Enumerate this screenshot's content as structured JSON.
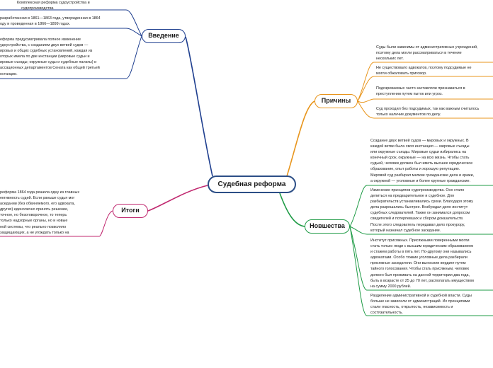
{
  "central": "Судебная реформа",
  "branches": {
    "vvedenie": {
      "label": "Введение",
      "color": "#1f3f8f",
      "items": [
        [
          "Комплексная реформа судоустройства и",
          "судопроизводства"
        ],
        [
          "разработанная в 1861—1863 года, утвержденная в 1864",
          "оду и проведенная в 1866—1899 годах."
        ],
        [
          "еформа предусматривала полное изменение",
          "удоустройства, с созданием двух ветвей судов —",
          "ировых и общих судебных установлений, каждая из",
          "оторых имела по две инстанции (мировые судьи и",
          "ировые съезды; окружные суды и судебные палаты) и",
          "ассационных департаментов Сената как общей третьей",
          "нстанции."
        ]
      ]
    },
    "prichiny": {
      "label": "Причины",
      "color": "#e8951c",
      "items": [
        [
          "Суды были зависимы от административных учреждений,",
          "поэтому дела могли рассматриваться в течение",
          "нескольких лет."
        ],
        [
          "Не существовало адвокатов, поэтому подсудимые не",
          "могли обжаловать приговор."
        ],
        [
          "Подозреваемых часто заставляли признаваться в",
          "преступлении путем пыток или угроз."
        ],
        [
          "Суд проходил без подсудимых, так как важным считалось",
          "только наличие документов по делу."
        ]
      ]
    },
    "novshestva": {
      "label": "Новшества",
      "color": "#1f9b46",
      "items": [
        [
          "Создание двух ветвей судов — мировых и окружных. В",
          "каждой ветви была своя инстанция — мировые съезды",
          "или окружные съезды. Мировые судьи избирались на",
          "конечный срок, окружные — на всю жизнь. Чтобы стать",
          "судьей, человек должен был иметь высшее юридическое",
          "образование, опыт работы и хорошую репутацию.",
          "Мировой суд разбирал мелкие гражданские дела и кражи,",
          "а окружной — уголовные и более крупные гражданские."
        ],
        [
          "Изменение принципов судопроизводства. Оно стало",
          "делиться на предварительное и судебное. Для",
          "разбирательств устанавливались сроки. Благодаря этому",
          "дела разрешались быстрее. Возбуждал дело институт",
          "судебных следователей. Также он занимался допросом",
          "свидетелей и потерпевших и сбором доказательств.",
          "После этого следователь передавал дело прокурору,",
          "который назначал судебное заседание."
        ],
        [
          "Институт присяжных. Присяжными поверенными могли",
          "стать только люди с высшим юридическим образованием",
          "и стажем работы в пять лет. По-другому они назывались",
          "адвокатами. Особо тяжкие уголовные дела разбирали",
          "присяжные заседатели. Они выносили вердикт путем",
          "тайного голосования. Чтобы стать присяжным, человек",
          "должен был проживать на данной территории два года,",
          "быть в возрасте от 25 до 70 лет, располагать имуществом",
          "на сумму 2000 рублей."
        ],
        [
          "Разделение административной и судебной власти. Суды",
          "больше не зависели от администраций. Их принципами",
          "стали гласность, открытость, независимость и",
          "состязательность."
        ]
      ]
    },
    "itogi": {
      "label": "Итоги",
      "color": "#c0286f",
      "items": [
        [
          "реформа 1864 года решила одну из главных",
          "ективность судей. Если раньше судья мог",
          "аседании (без обвиняемого, его адвоката,",
          "других) единолично принять решение,",
          "точное, но безоговорочное, то теперь",
          "только надзорные органы, но и новые",
          "ной системы, что реально позволяло",
          "защищающих, а не угождать только на"
        ]
      ]
    }
  }
}
